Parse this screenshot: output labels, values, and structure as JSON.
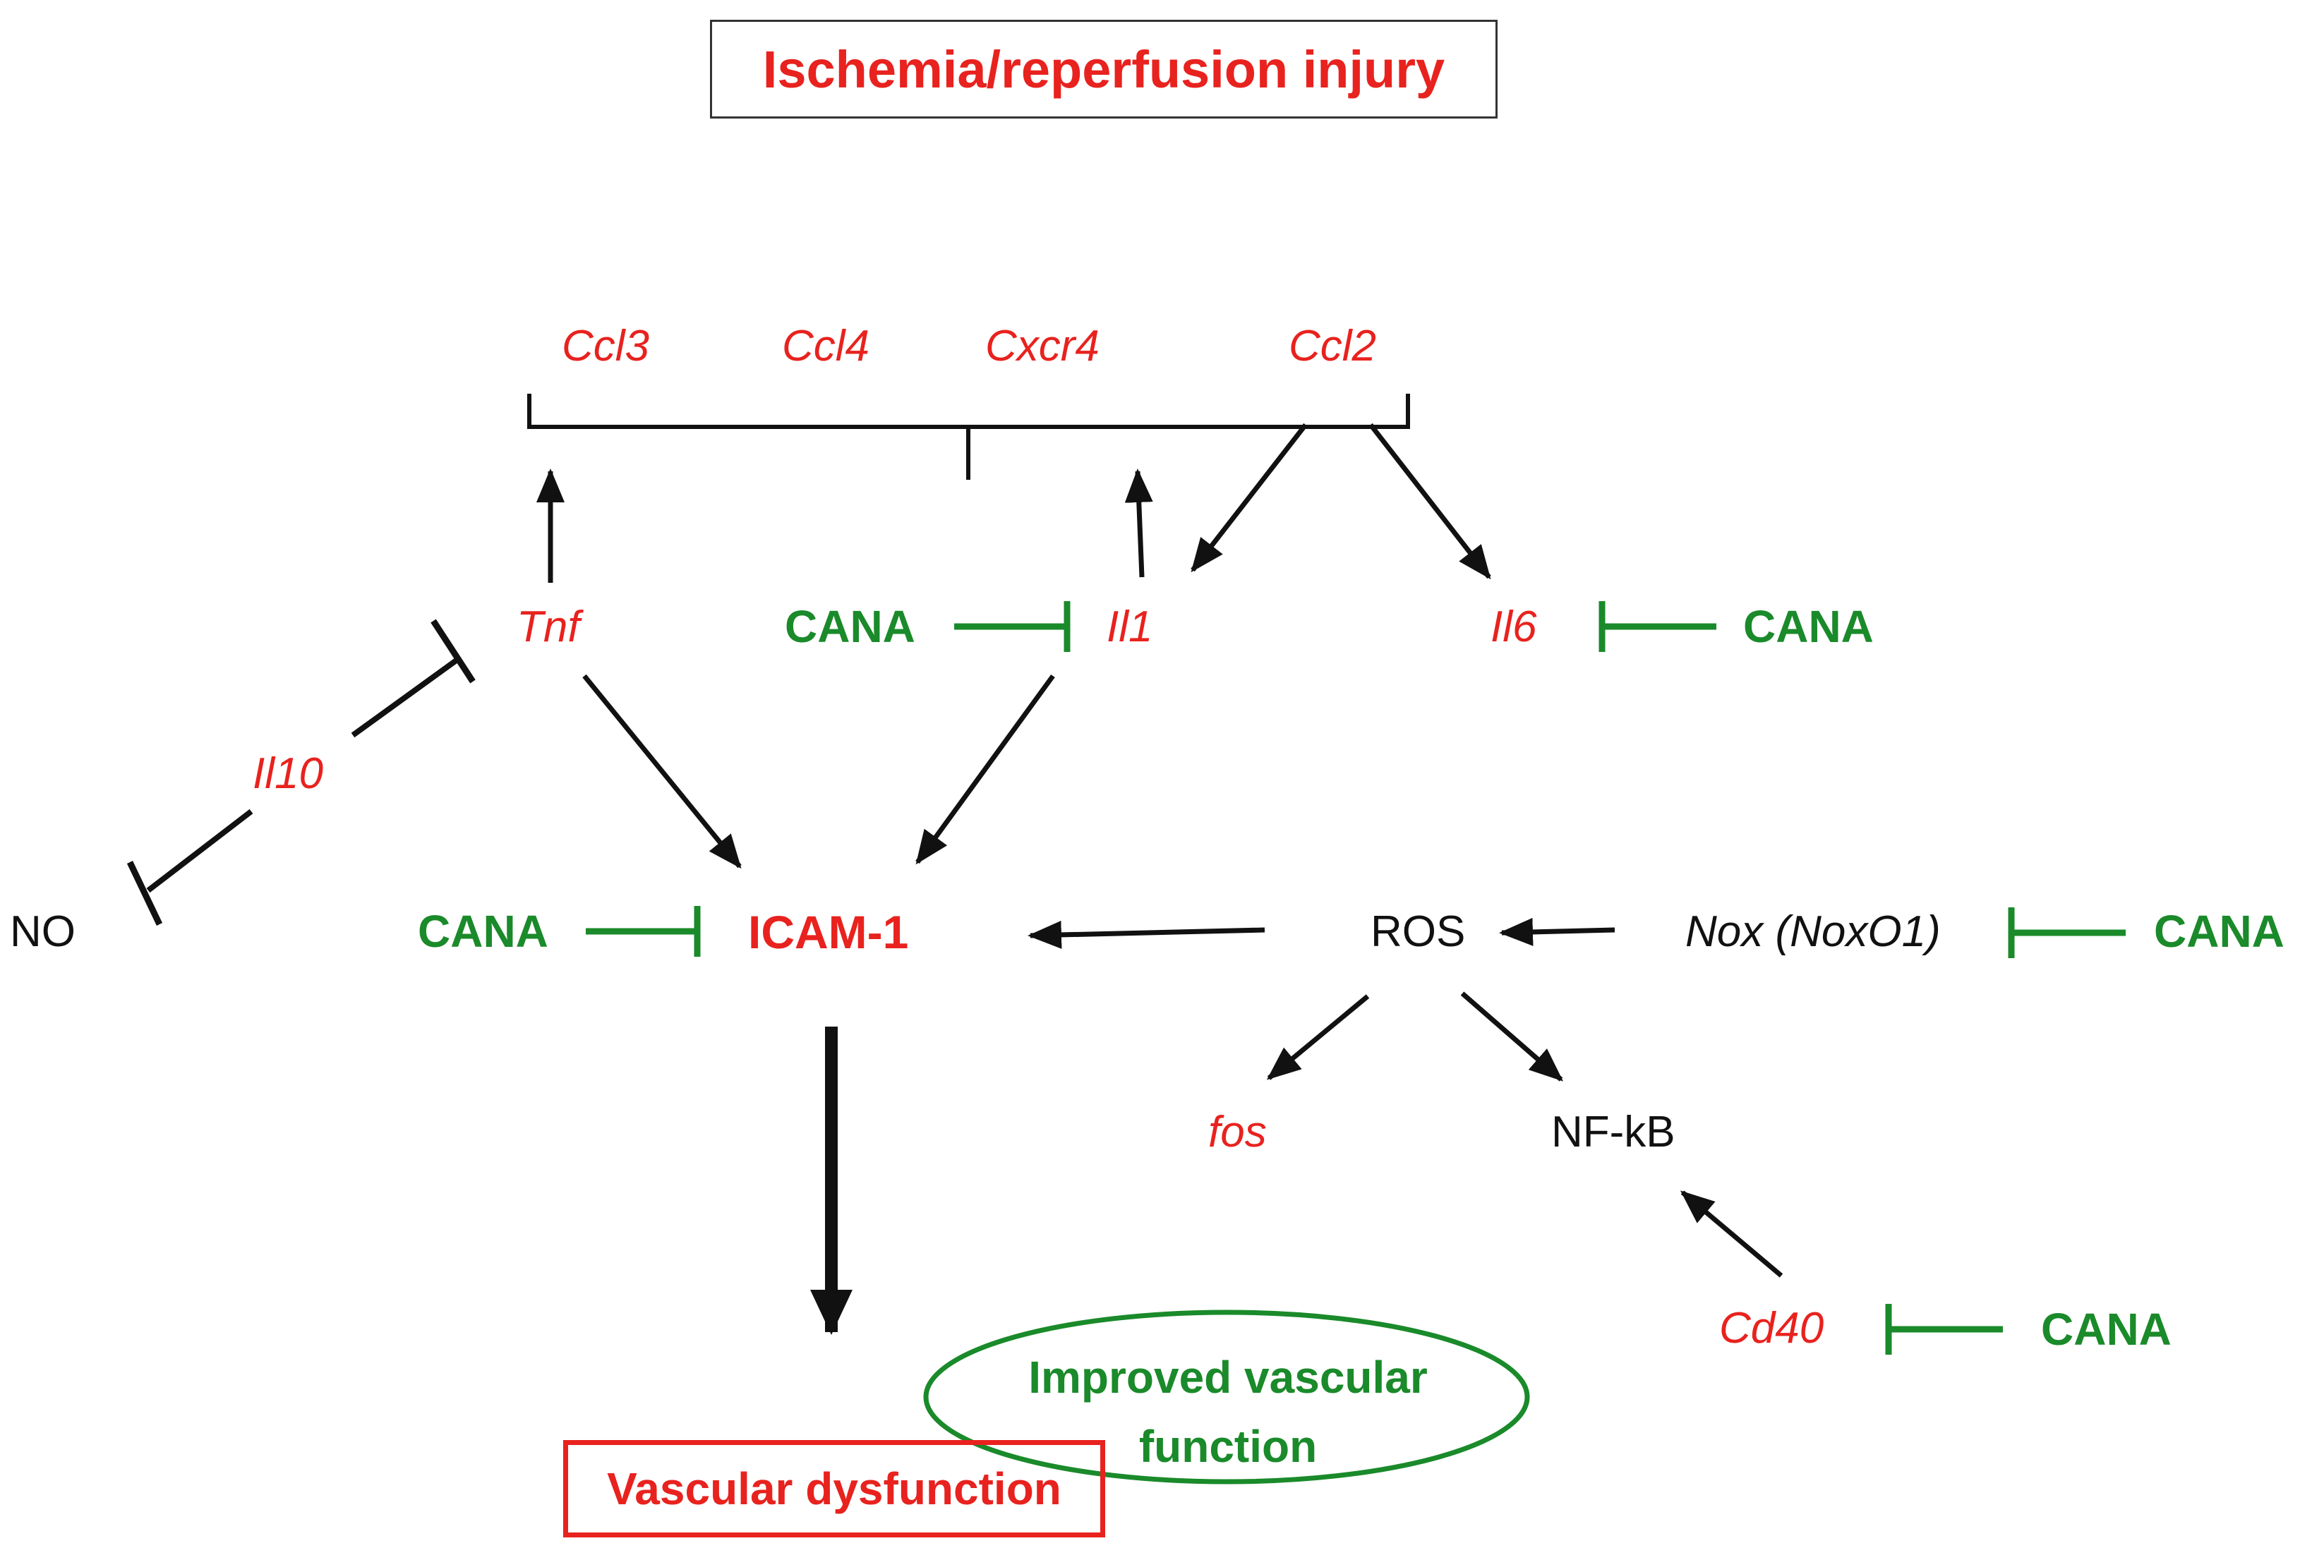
{
  "title": "Ischemia/reperfusion injury",
  "chemokines": [
    "Ccl3",
    "Ccl4",
    "Cxcr4",
    "Ccl2"
  ],
  "cytokines": {
    "tnf": "Tnf",
    "il1": "Il1",
    "il6": "Il6",
    "il10": "Il10",
    "cd40": "Cd40",
    "fos": "fos"
  },
  "mediators": {
    "no": "NO",
    "icam": "ICAM-1",
    "ros": "ROS",
    "nox": "Nox (NoxO1)",
    "nfkb": "NF-kB"
  },
  "inhibitor": "CANA",
  "outcomes": {
    "dysfunction": "Vascular dysfunction",
    "improved_line1": "Improved vascular",
    "improved_line2": "function"
  },
  "colors": {
    "gene_red": "#e8221e",
    "cana_green": "#1a8a2a",
    "arrow_black": "#111111"
  }
}
